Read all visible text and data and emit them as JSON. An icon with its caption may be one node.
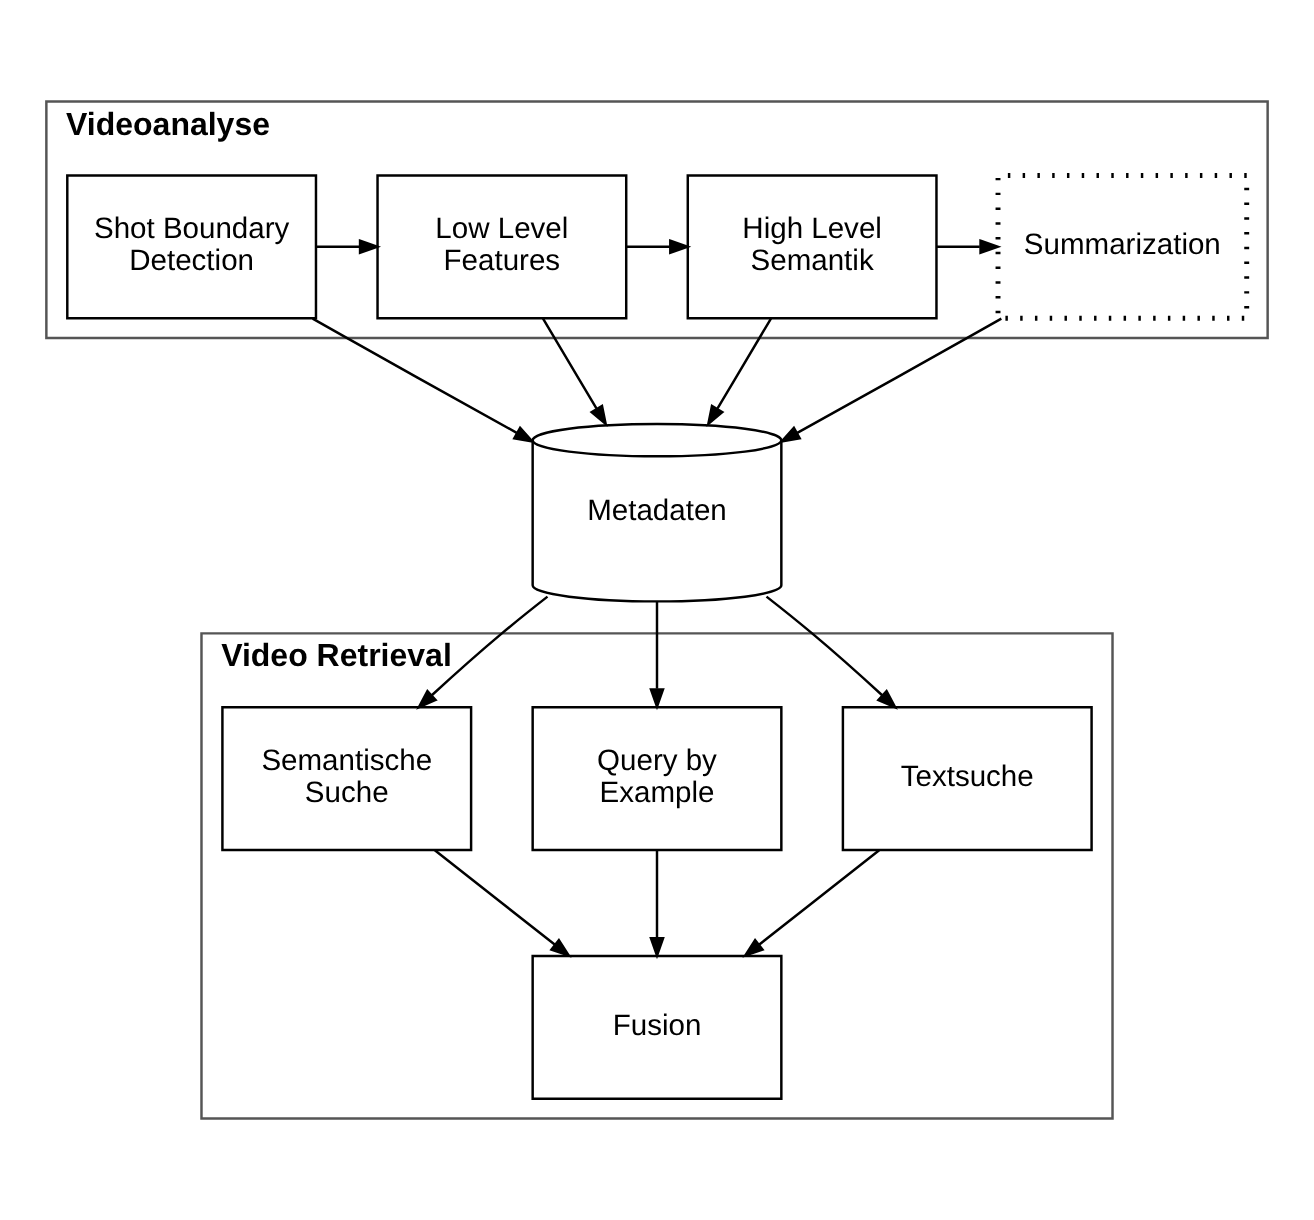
{
  "diagram": {
    "nodes": [
      {
        "text": [
          "Videoanalyse"
        ]
      },
      {
        "text": [
          "Shot Boundary Detection"
        ],
        "in": 0
      },
      {
        "text": [
          "Low Level Features"
        ],
        "in": 0
      },
      {
        "text": [
          "High Level Semantik"
        ],
        "in": 0
      },
      {
        "text": [
          "Summarization"
        ],
        "in": 0
      },
      {
        "text": [
          "Metadaten"
        ]
      },
      {
        "text": [
          "Video Retrieval"
        ]
      },
      {
        "text": [
          "Textsuche"
        ],
        "in": 6
      },
      {
        "text": [
          "Query by Example"
        ],
        "in": 6
      },
      {
        "text": [
          "Semantische Suche"
        ],
        "in": 6
      },
      {
        "text": [
          "Fusion"
        ],
        "in": 6
      }
    ],
    "edges": [
      {
        "from": 1,
        "to": 2,
        "arrow": "to"
      },
      {
        "from": 2,
        "to": 3,
        "arrow": "to"
      },
      {
        "from": 3,
        "to": 4,
        "arrow": "to"
      },
      {
        "from": 1,
        "to": 5,
        "arrow": "to"
      },
      {
        "from": 2,
        "to": 5,
        "arrow": "to"
      },
      {
        "from": 3,
        "to": 5,
        "arrow": "to"
      },
      {
        "from": 4,
        "to": 5,
        "arrow": "to"
      },
      {
        "from": 5,
        "to": 7,
        "arrow": "to"
      },
      {
        "from": 5,
        "to": 8,
        "arrow": "to"
      },
      {
        "from": 5,
        "to": 9,
        "arrow": "to"
      },
      {
        "from": 7,
        "to": 10,
        "arrow": "to"
      },
      {
        "from": 8,
        "to": 10,
        "arrow": "to"
      },
      {
        "from": 9,
        "to": 10,
        "arrow": "to"
      }
    ]
  }
}
